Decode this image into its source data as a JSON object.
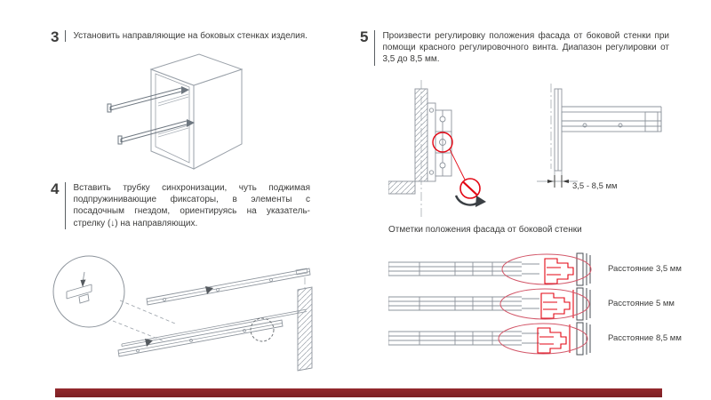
{
  "steps": {
    "step3": {
      "number": "3",
      "text": "Установить направляющие на боковых стенках изделия."
    },
    "step4": {
      "number": "4",
      "text": "Вставить трубку синхронизации, чуть поджимая подпружинивающие фиксаторы, в элементы с посадочным гнездом, ориентируясь на указатель-стрелку (↓) на направляющих."
    },
    "step5": {
      "number": "5",
      "text": "Произвести регулировку положения фасада от боковой стенки при помощи красного регулировочного винта. Диапазон регулировки от 3,5 до 8,5 мм."
    }
  },
  "adjustment": {
    "range_label": "3,5 - 8,5 мм"
  },
  "markings": {
    "title": "Отметки положения фасада от боковой стенки",
    "items": [
      {
        "label": "Расстояние 3,5 мм"
      },
      {
        "label": "Расстояние 5 мм"
      },
      {
        "label": "Расстояние 8,5 мм"
      }
    ]
  },
  "colors": {
    "accent_red": "#e30613",
    "ellipse_red": "#d25668",
    "footer_red": "#8a2a2e",
    "line_gray": "#8d949c",
    "text_dark": "#3c3c3b"
  }
}
